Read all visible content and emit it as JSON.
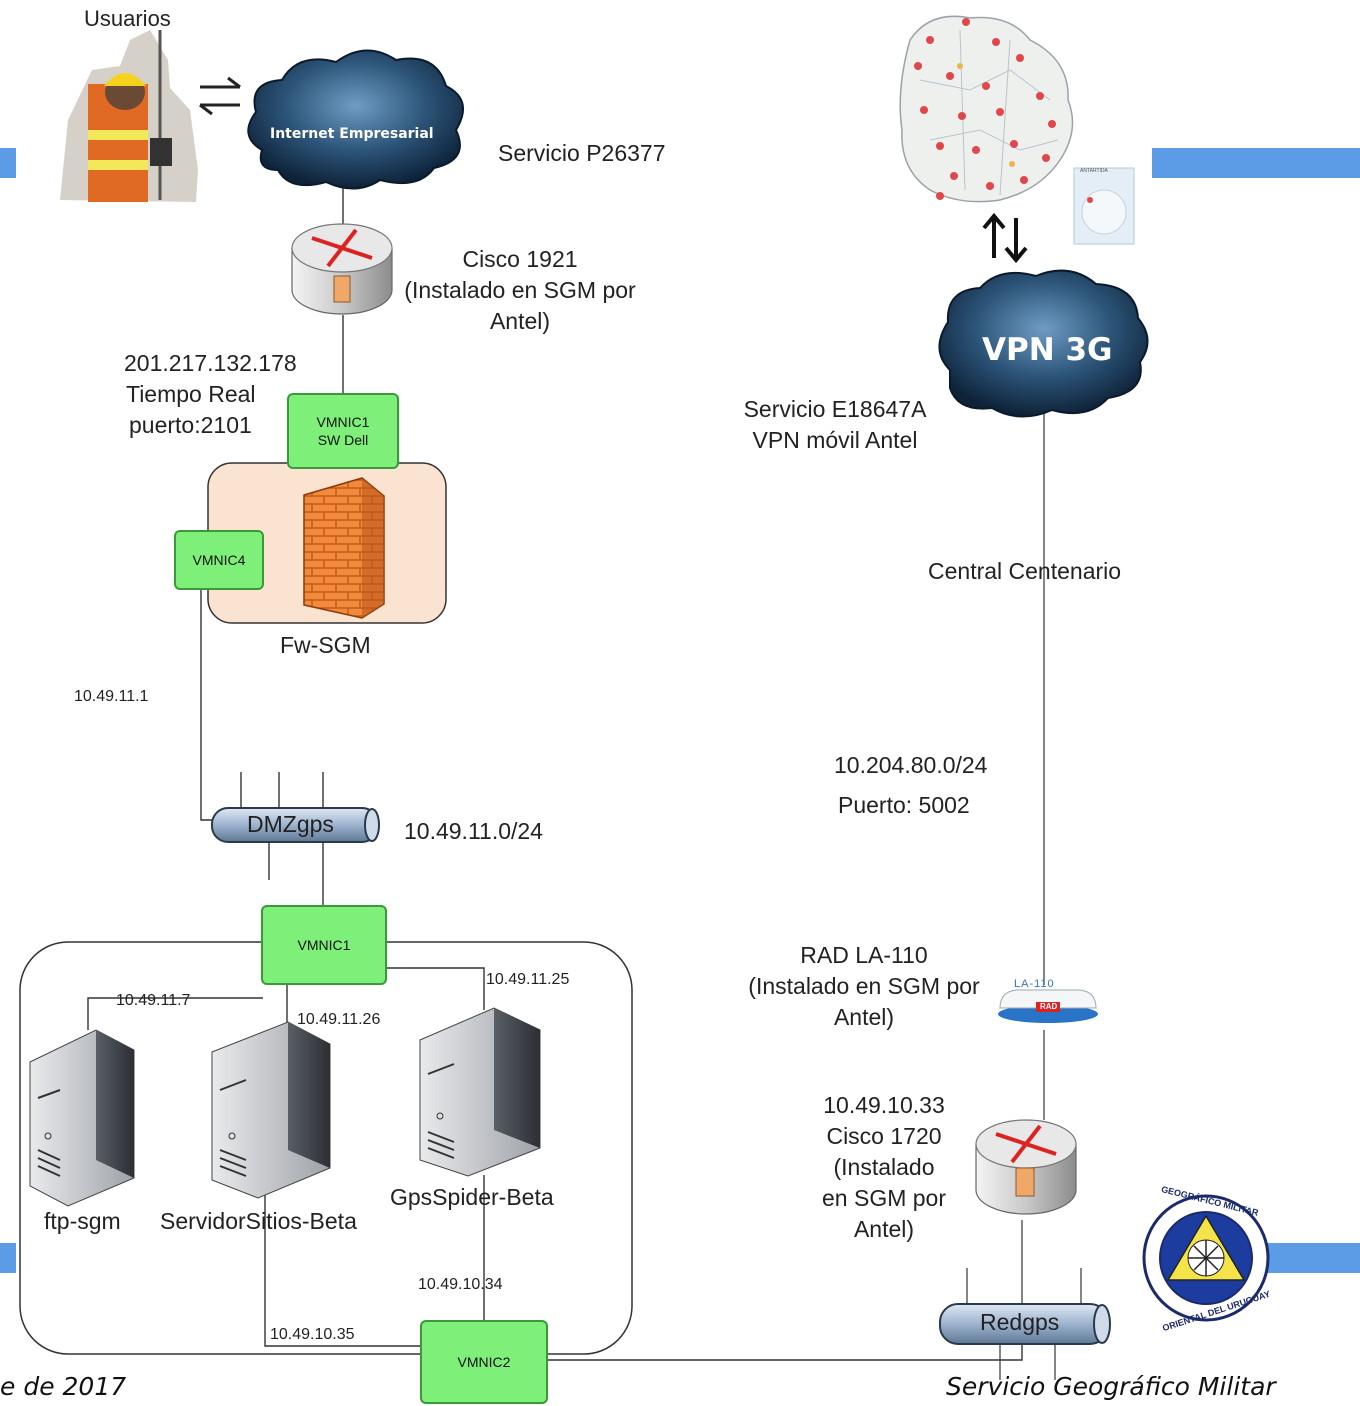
{
  "left": {
    "users_label": "Usuarios",
    "internet_cloud": "Internet Empresarial",
    "service": "Servicio P26377",
    "cisco1921": [
      "Cisco 1921",
      "(Instalado en SGM por",
      "Antel)"
    ],
    "public_ip": [
      "201.217.132.178",
      "Tiempo Real",
      "puerto:2101"
    ],
    "vmnic1_top": [
      "VMNIC1",
      "SW Dell"
    ],
    "vmnic4": "VMNIC4",
    "firewall": "Fw-SGM",
    "ip_fw": "10.49.11.1",
    "dmz_bus": "DMZgps",
    "dmz_net": "10.49.11.0/24",
    "vmnic1_host": "VMNIC1",
    "ip_ftp": "10.49.11.7",
    "ip_sitios": "10.49.11.26",
    "ip_spider": "10.49.11.25",
    "server_ftp": "ftp-sgm",
    "server_sitios": "ServidorSitios-Beta",
    "server_spider": "GpsSpider-Beta",
    "ip_spider2": "10.49.10.34",
    "ip_sitios2": "10.49.10.35",
    "vmnic2": "VMNIC2"
  },
  "right": {
    "antartida": "ANTARTIDA",
    "vpn_cloud": "VPN 3G",
    "vpn_service": [
      "Servicio E18647A",
      "VPN móvil Antel"
    ],
    "central": "Central Centenario",
    "net": "10.204.80.0/24",
    "port": "Puerto: 5002",
    "rad": [
      "RAD LA-110",
      "(Instalado en SGM por",
      "Antel)"
    ],
    "rad_device": "LA-110",
    "rad_brand": "RAD",
    "cisco1720": [
      "10.49.10.33",
      "Cisco 1720",
      "(Instalado",
      "en SGM por",
      "Antel)"
    ],
    "redgps_bus": "Redgps",
    "logo_top": "GEOGRÁFICO MILITAR",
    "logo_bottom": "ORIENTAL DEL URUGUAY"
  },
  "footer": {
    "left": "e de 2017",
    "right": "Servicio Geográfico Militar"
  },
  "colors": {
    "band": "#5c9ce6",
    "green_box": "#7ef07a",
    "cloud": "#1a3350",
    "bus": "#a9bdd6"
  }
}
